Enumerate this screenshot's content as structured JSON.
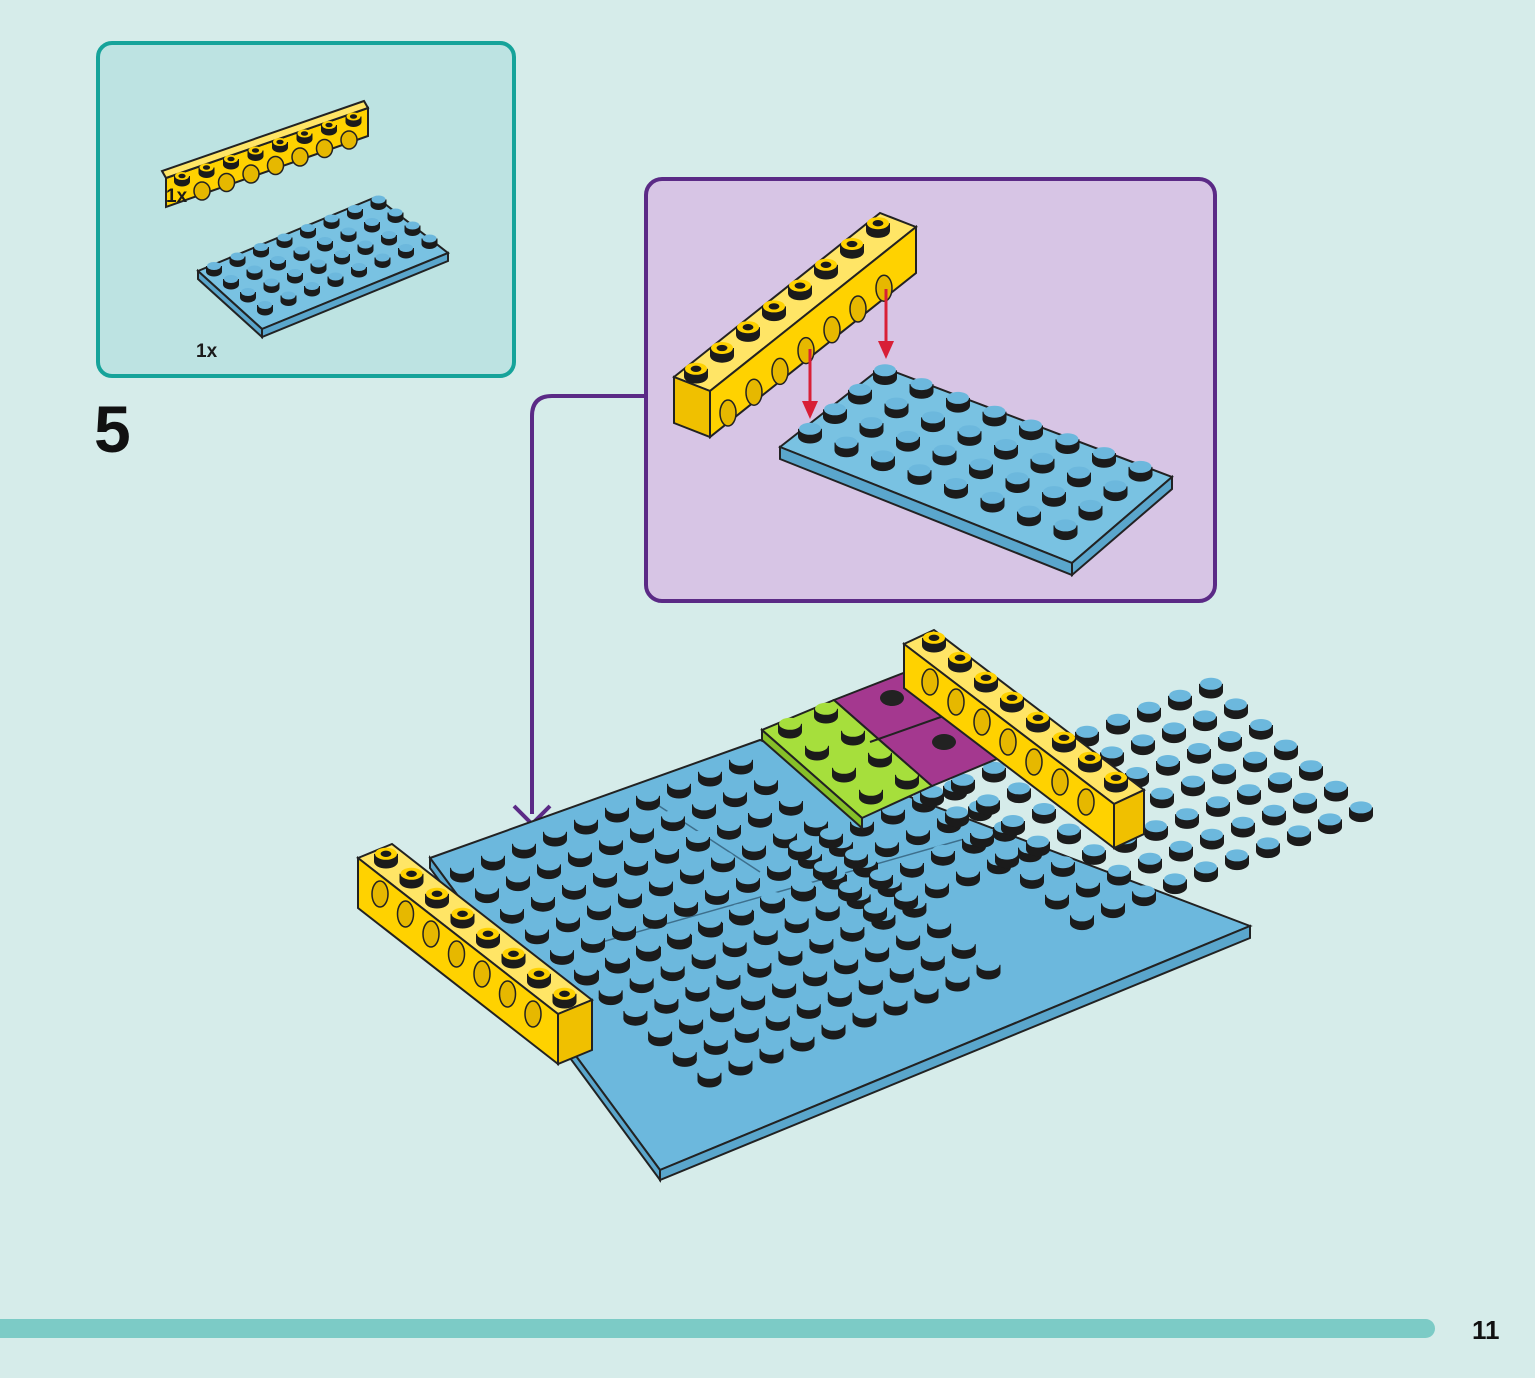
{
  "step": {
    "number": "5"
  },
  "parts_list": [
    {
      "quantity": "1x",
      "part": "yellow-technic-beam-1x8"
    },
    {
      "quantity": "1x",
      "part": "blue-plate-4x8"
    }
  ],
  "page": {
    "number": "11"
  },
  "colors": {
    "background": "#d6ecea",
    "parts_border": "#16a39a",
    "callout_border": "#5b2a86",
    "callout_fill": "#d7c5e5",
    "yellow_brick": "#ffd200",
    "blue_plate": "#6cb8dd",
    "green_plate": "#a6df3c",
    "magenta_tile": "#a4388f",
    "arrow_red": "#d81f36",
    "footer_bar": "#7ccbc6"
  }
}
